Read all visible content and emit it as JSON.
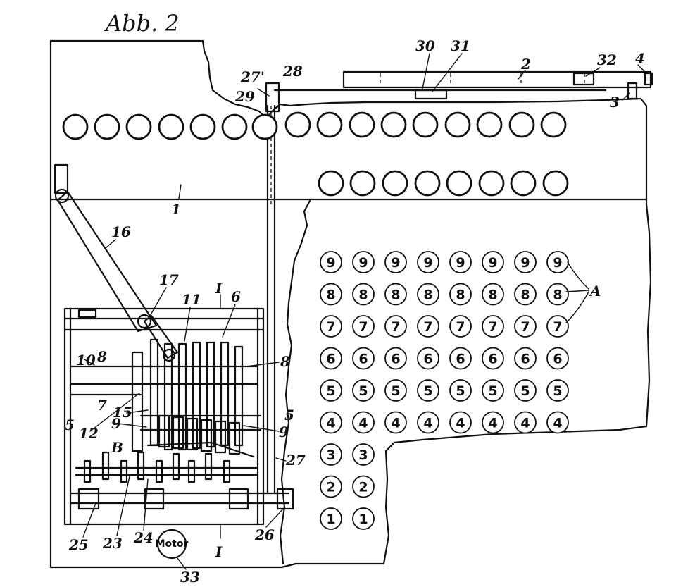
{
  "figure": {
    "title": "Abb. 2",
    "motor_label": "Motor"
  },
  "key_columns": [
    [
      "9",
      "8",
      "7",
      "6",
      "5",
      "4",
      "3",
      "2",
      "1"
    ],
    [
      "9",
      "8",
      "7",
      "6",
      "5",
      "4",
      "3",
      "2",
      "1"
    ],
    [
      "9",
      "8",
      "7",
      "6",
      "5",
      "4"
    ],
    [
      "9",
      "8",
      "7",
      "6",
      "5",
      "4"
    ],
    [
      "9",
      "8",
      "7",
      "6",
      "5",
      "4"
    ],
    [
      "9",
      "8",
      "7",
      "6",
      "5",
      "4"
    ],
    [
      "9",
      "8",
      "7",
      "6",
      "5",
      "4"
    ],
    [
      "9",
      "8",
      "7",
      "6",
      "5",
      "4"
    ]
  ],
  "labels": {
    "l1": "1",
    "l2": "2",
    "l3": "3",
    "l4": "4",
    "l5a": "5",
    "l5b": "5",
    "l6": "6",
    "l7": "7",
    "l8a": "8",
    "l8b": "8",
    "l9a": "9",
    "l9b": "9",
    "l10": "10",
    "l11": "11",
    "l12": "12",
    "l15": "15",
    "l16": "16",
    "l17": "17",
    "l23": "23",
    "l24": "24",
    "l25": "25",
    "l26": "26",
    "l27": "27",
    "l27p": "27'",
    "l28": "28",
    "l29": "29",
    "l30": "30",
    "l31": "31",
    "l32": "32",
    "l33": "33",
    "lA": "A",
    "lB": "B",
    "lI1": "I",
    "lI2": "I"
  },
  "colors": {
    "ink": "#111111",
    "paper": "#ffffff"
  }
}
